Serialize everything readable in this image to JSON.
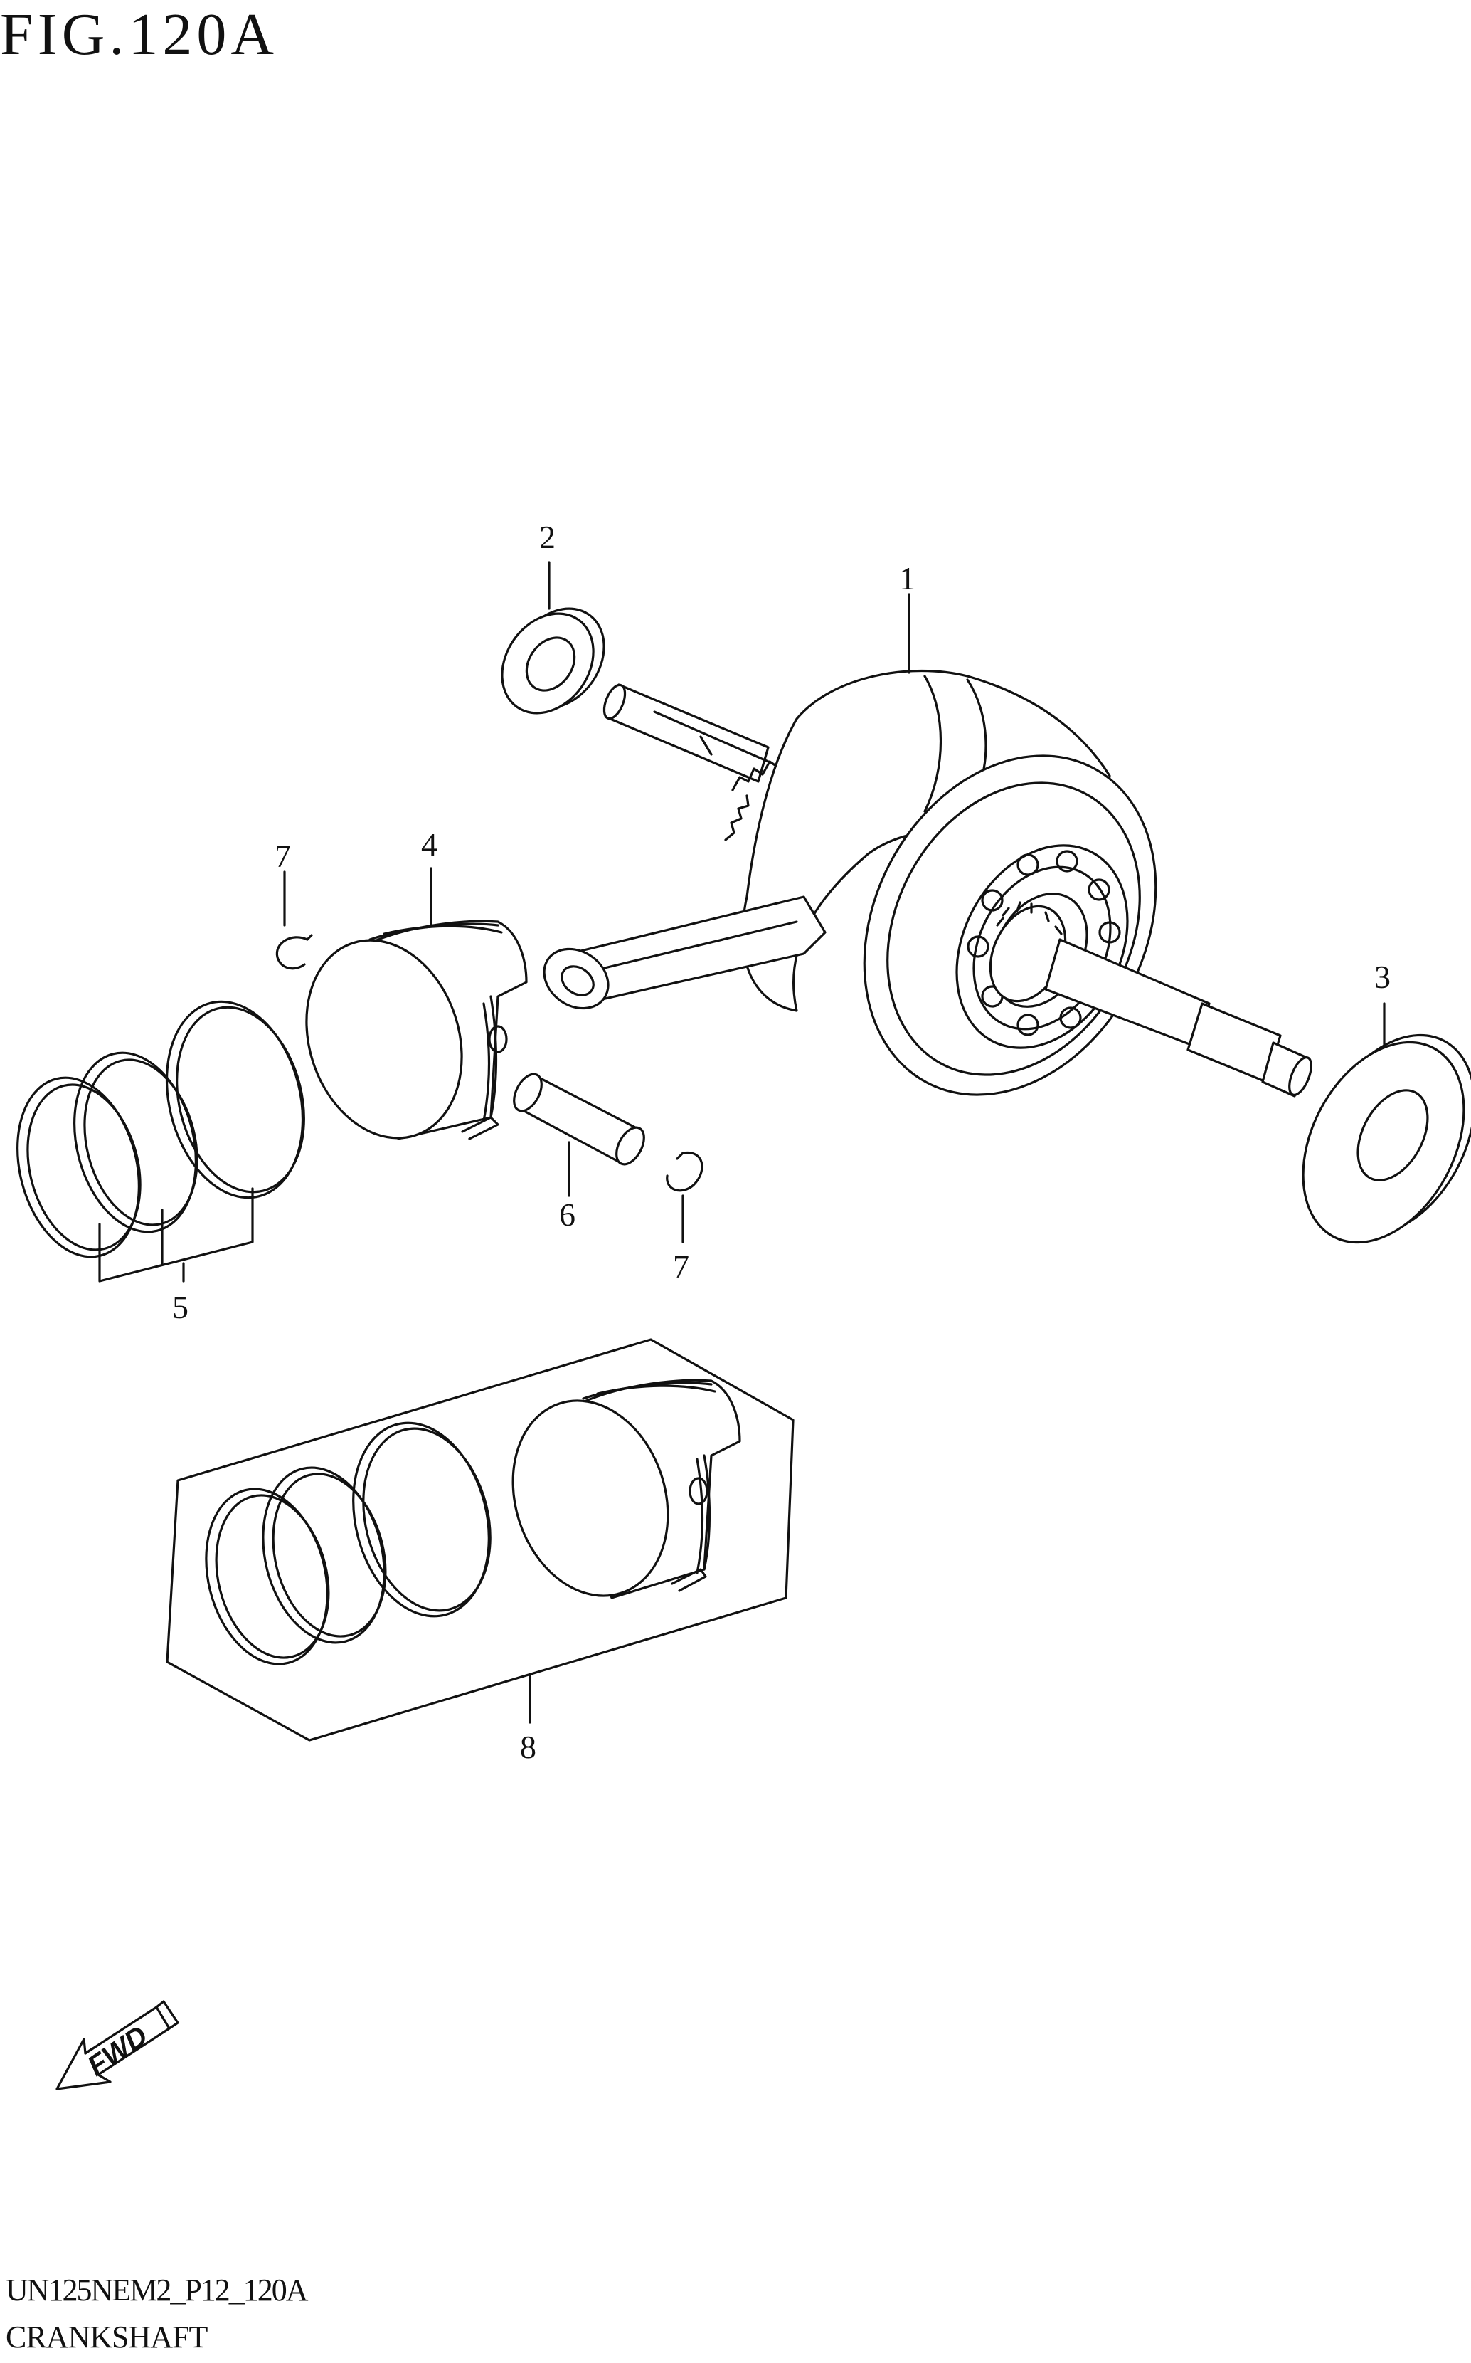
{
  "figure": {
    "title": "FIG.120A"
  },
  "footer": {
    "code": "UN125NEM2_P12_120A",
    "name": "CRANKSHAFT"
  },
  "callouts": {
    "c1": "1",
    "c2": "2",
    "c3": "3",
    "c4": "4",
    "c5": "5",
    "c6": "6",
    "c7a": "7",
    "c7b": "7",
    "c8": "8"
  },
  "fwd_label": "FWD"
}
